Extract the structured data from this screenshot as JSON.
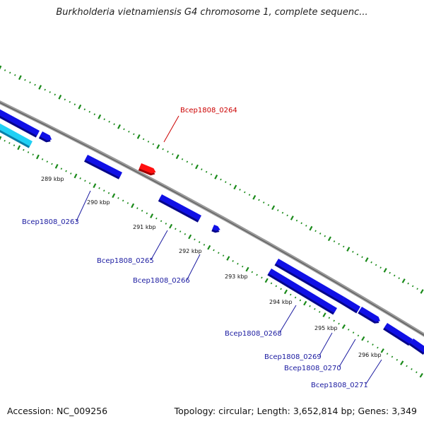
{
  "title": "Burkholderia vietnamiensis G4 chromosome 1, complete sequenc...",
  "footer": {
    "accession": "Accession: NC_009256",
    "summary": "Topology: circular; Length: 3,652,814 bp; Genes: 3,349"
  },
  "colors": {
    "backbone": "#8a8a8a",
    "forward_gene": "#1010e6",
    "forward_gene_side": "#06068a",
    "reverse_gene": "#18c8f0",
    "highlight_gene": "#ff1010",
    "dots": "#1a8a1a",
    "gene_label": "#1a1aa0",
    "highlight_label": "#cc0000",
    "leader": "#1a1aa0",
    "highlight_leader": "#cc0000"
  },
  "ticks": [
    "289 kbp",
    "290 kbp",
    "291 kbp",
    "292 kbp",
    "293 kbp",
    "294 kbp",
    "295 kbp",
    "296 kbp"
  ],
  "gene_labels": [
    {
      "id": "Bcep1808_0264",
      "highlight": true
    },
    {
      "id": "Bcep1808_0263",
      "highlight": false
    },
    {
      "id": "Bcep1808_0265",
      "highlight": false
    },
    {
      "id": "Bcep1808_0266",
      "highlight": false
    },
    {
      "id": "Bcep1808_0268",
      "highlight": false
    },
    {
      "id": "Bcep1808_0269",
      "highlight": false
    },
    {
      "id": "Bcep1808_0270",
      "highlight": false
    },
    {
      "id": "Bcep1808_0271",
      "highlight": false
    }
  ]
}
